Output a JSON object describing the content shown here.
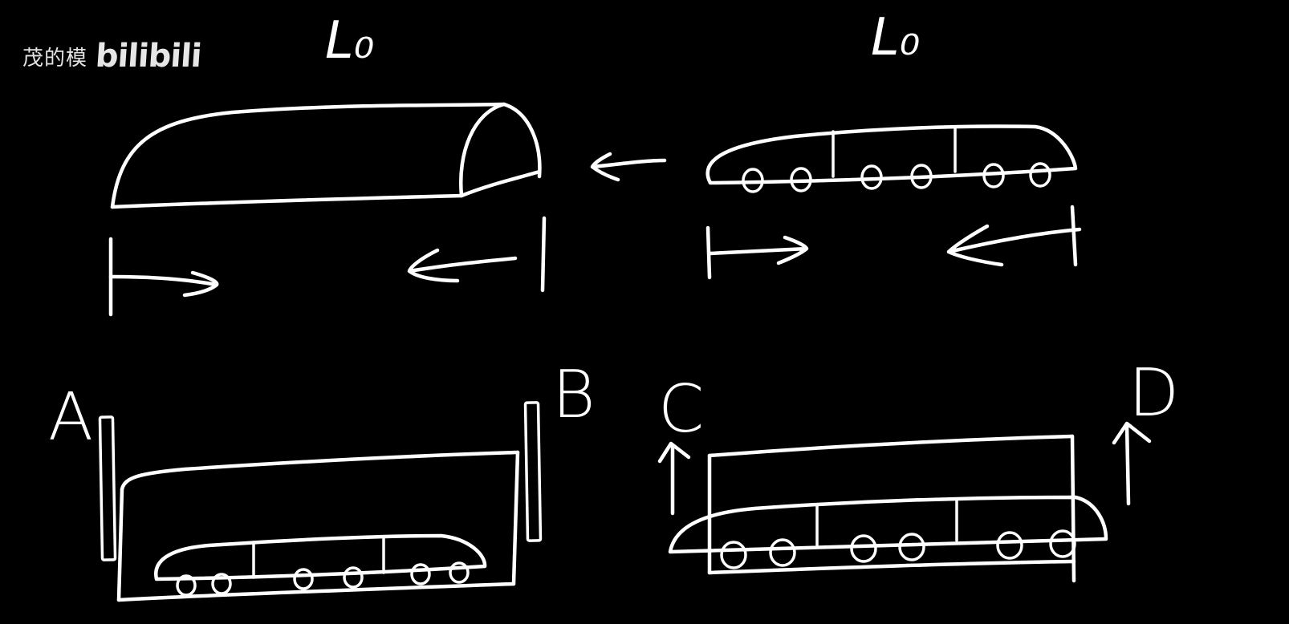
{
  "watermark": {
    "user": "茂的模",
    "platform_logo": "bilibili"
  },
  "diagram": {
    "labels": {
      "tunnel_length": "L₀",
      "train_length": "L₀",
      "point_a": "A",
      "point_b": "B",
      "point_c": "C",
      "point_d": "D"
    },
    "colors": {
      "background": "#000000",
      "chalk": "#ffffff"
    }
  }
}
